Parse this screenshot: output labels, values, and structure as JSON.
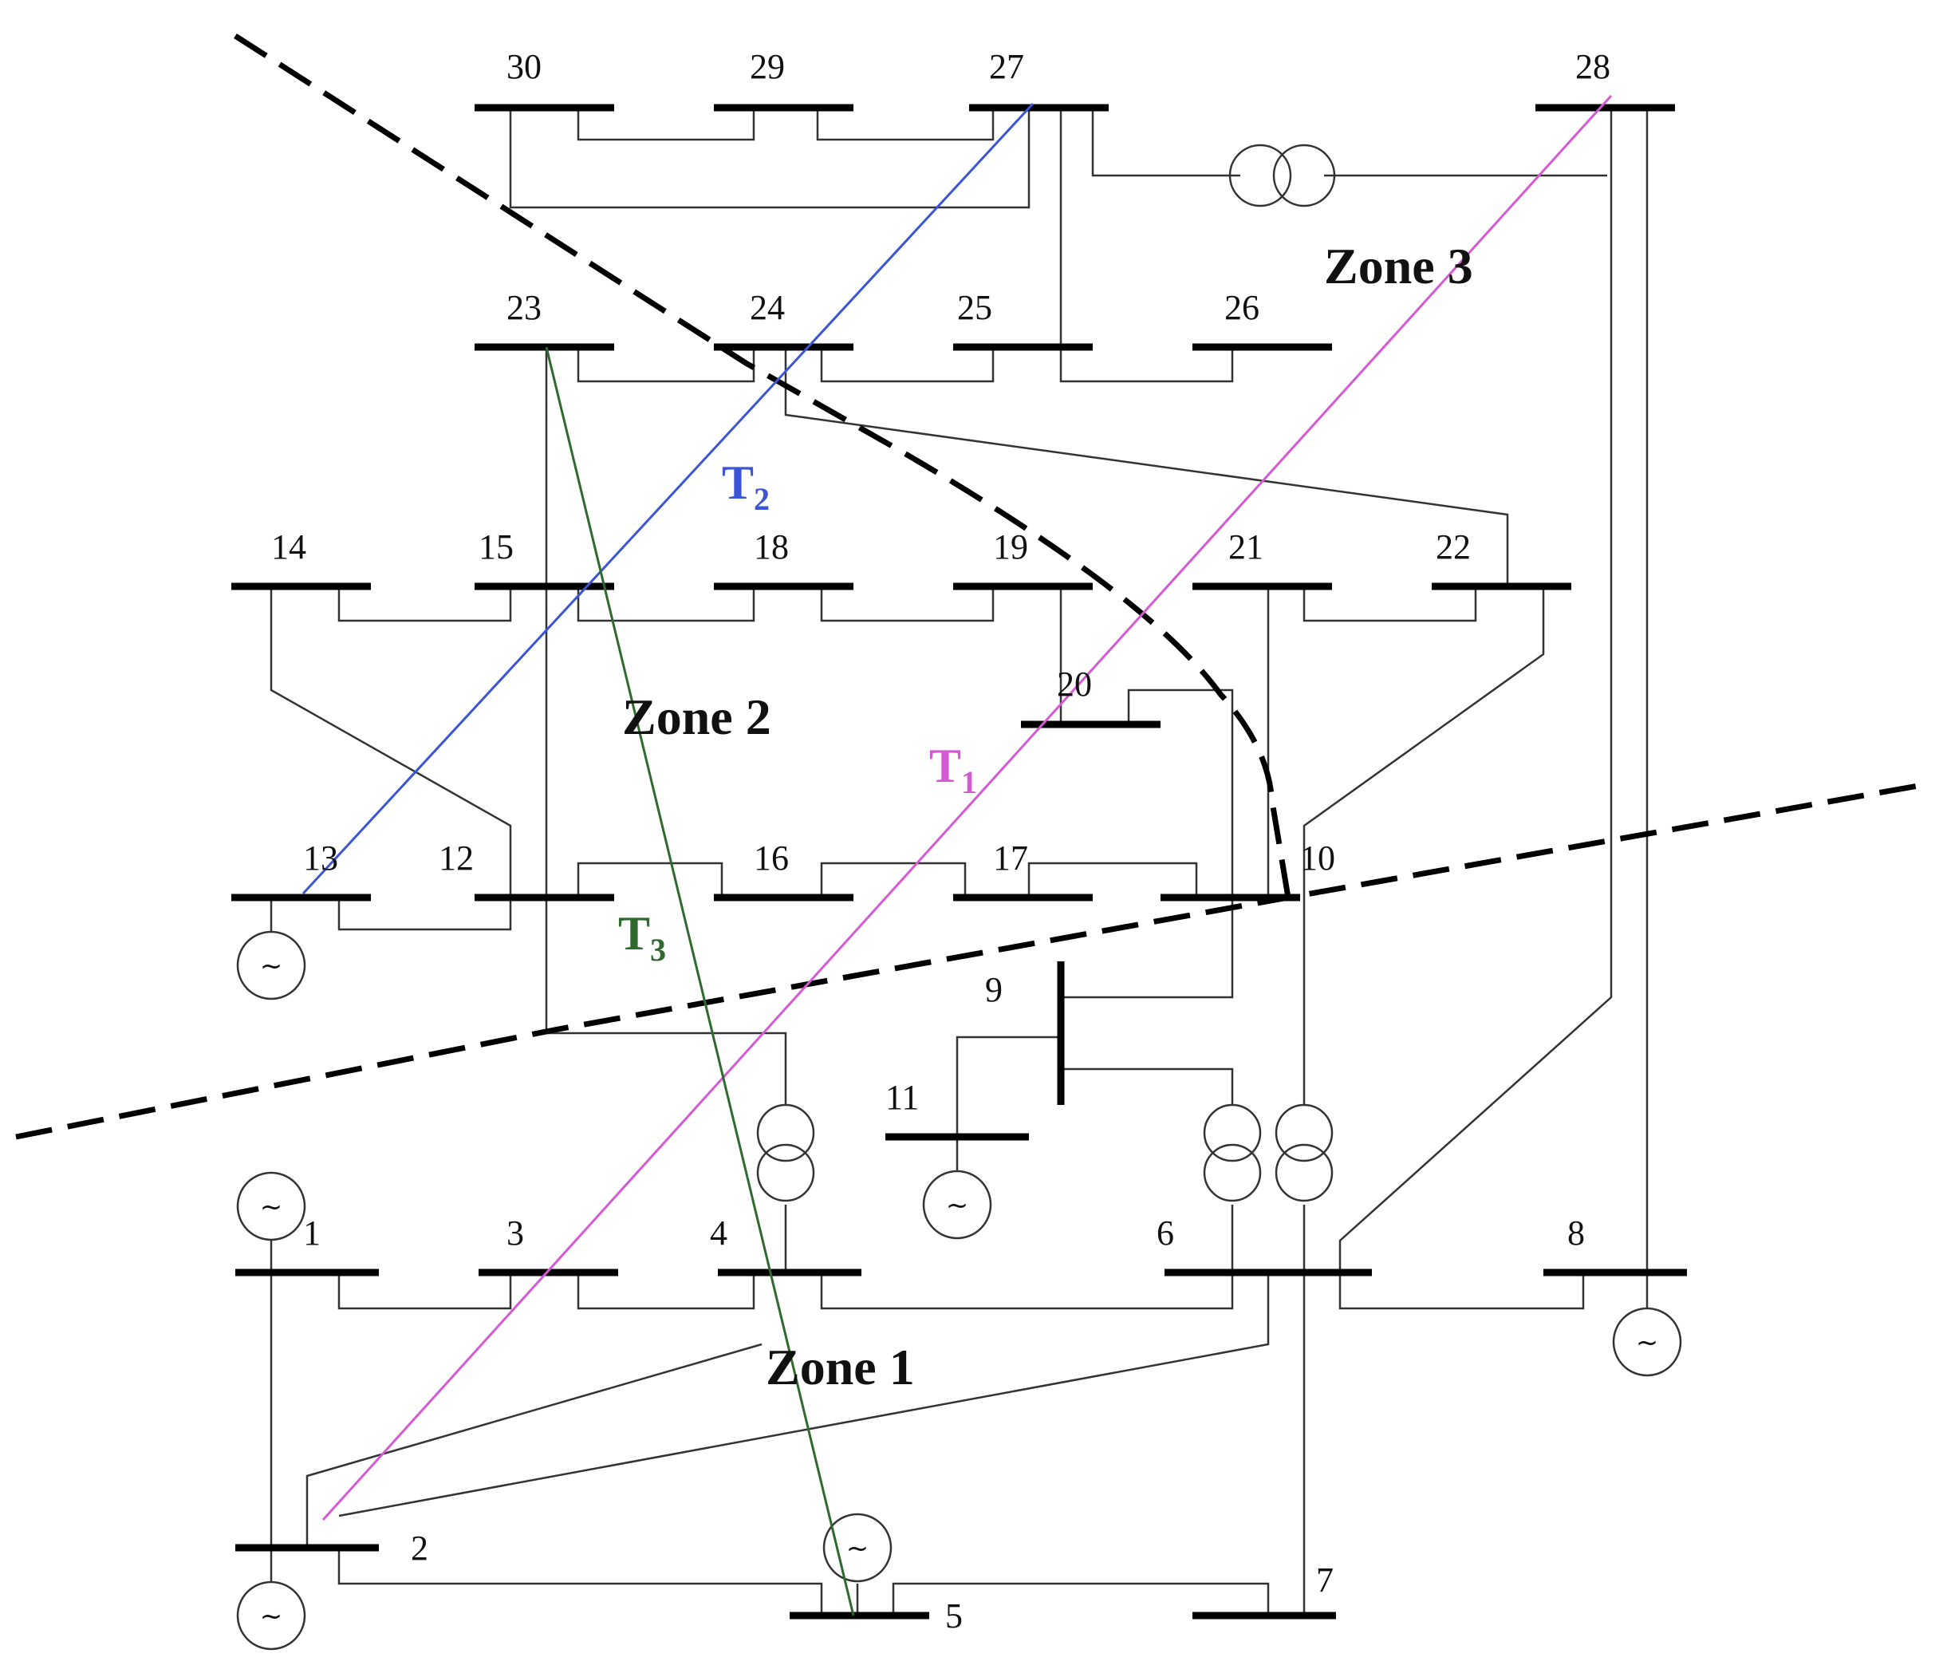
{
  "buses": [
    {
      "id": "1",
      "label": "1"
    },
    {
      "id": "2",
      "label": "2"
    },
    {
      "id": "3",
      "label": "3"
    },
    {
      "id": "4",
      "label": "4"
    },
    {
      "id": "5",
      "label": "5"
    },
    {
      "id": "6",
      "label": "6"
    },
    {
      "id": "7",
      "label": "7"
    },
    {
      "id": "8",
      "label": "8"
    },
    {
      "id": "9",
      "label": "9"
    },
    {
      "id": "10",
      "label": "10"
    },
    {
      "id": "11",
      "label": "11"
    },
    {
      "id": "12",
      "label": "12"
    },
    {
      "id": "13",
      "label": "13"
    },
    {
      "id": "14",
      "label": "14"
    },
    {
      "id": "15",
      "label": "15"
    },
    {
      "id": "16",
      "label": "16"
    },
    {
      "id": "17",
      "label": "17"
    },
    {
      "id": "18",
      "label": "18"
    },
    {
      "id": "19",
      "label": "19"
    },
    {
      "id": "20",
      "label": "20"
    },
    {
      "id": "21",
      "label": "21"
    },
    {
      "id": "22",
      "label": "22"
    },
    {
      "id": "23",
      "label": "23"
    },
    {
      "id": "24",
      "label": "24"
    },
    {
      "id": "25",
      "label": "25"
    },
    {
      "id": "26",
      "label": "26"
    },
    {
      "id": "27",
      "label": "27"
    },
    {
      "id": "28",
      "label": "28"
    },
    {
      "id": "29",
      "label": "29"
    },
    {
      "id": "30",
      "label": "30"
    }
  ],
  "zones": {
    "zone1": "Zone 1",
    "zone2": "Zone 2",
    "zone3": "Zone 3"
  },
  "paths": {
    "t1": {
      "letter": "T",
      "subscript": "1",
      "color": "#d45ad4"
    },
    "t2": {
      "letter": "T",
      "subscript": "2",
      "color": "#3a55d6"
    },
    "t3": {
      "letter": "T",
      "subscript": "3",
      "color": "#2e6a2e"
    }
  },
  "generator_symbol": "~"
}
